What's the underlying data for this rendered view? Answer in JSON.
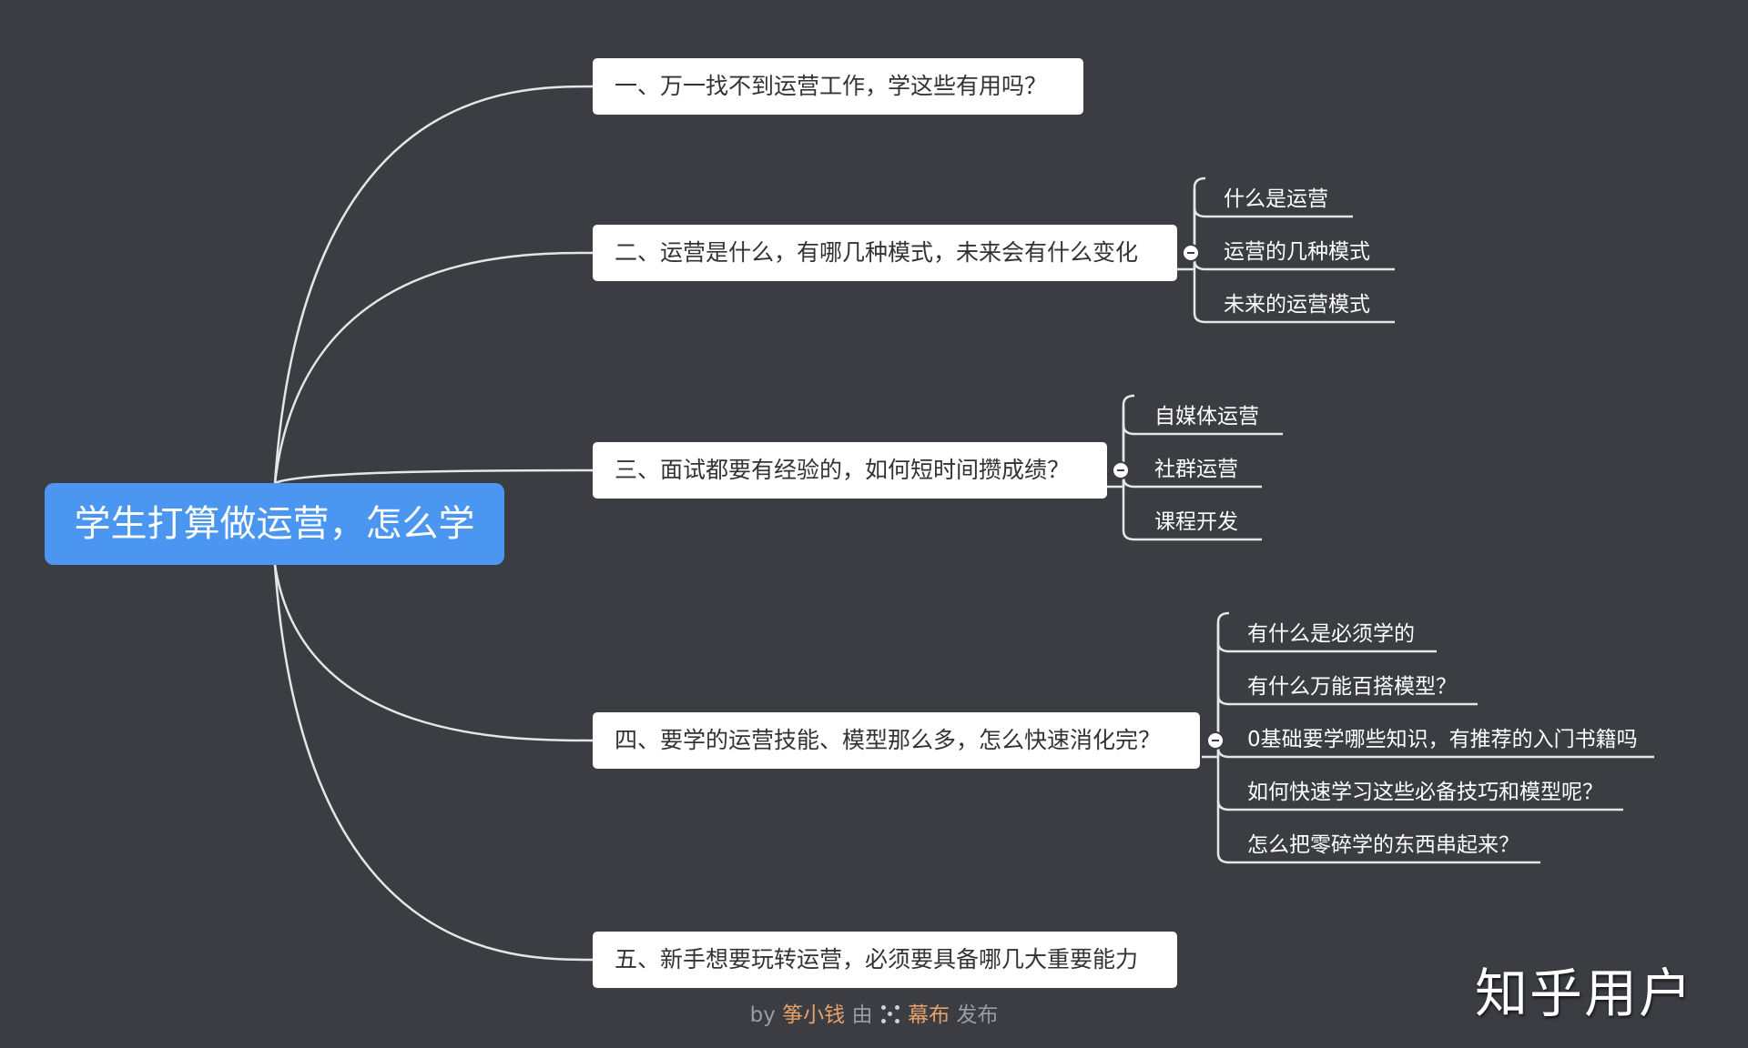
{
  "root": {
    "label": "学生打算做运营，怎么学"
  },
  "branches": [
    {
      "label": "一、万一找不到运营工作，学这些有用吗？",
      "children": []
    },
    {
      "label": "二、运营是什么，有哪几种模式，未来会有什么变化",
      "children": [
        "什么是运营",
        "运营的几种模式",
        "未来的运营模式"
      ]
    },
    {
      "label": "三、面试都要有经验的，如何短时间攒成绩？",
      "children": [
        "自媒体运营",
        "社群运营",
        "课程开发"
      ]
    },
    {
      "label": "四、要学的运营技能、模型那么多，怎么快速消化完？",
      "children": [
        "有什么是必须学的",
        "有什么万能百搭模型？",
        "0基础要学哪些知识，有推荐的入门书籍吗",
        "如何快速学习这些必备技巧和模型呢？",
        "怎么把零碎学的东西串起来？"
      ]
    },
    {
      "label": "五、新手想要玩转运营，必须要具备哪几大重要能力",
      "children": []
    }
  ],
  "footer": {
    "by": "by",
    "author": "筝小钱",
    "via": "由",
    "platform": "幕布",
    "publish": "发布"
  },
  "watermark": "知乎用户",
  "colors": {
    "background": "#3b3d42",
    "root": "#4a96f0",
    "line": "#e6e6e6",
    "footer_accent": "#e8a06a"
  }
}
